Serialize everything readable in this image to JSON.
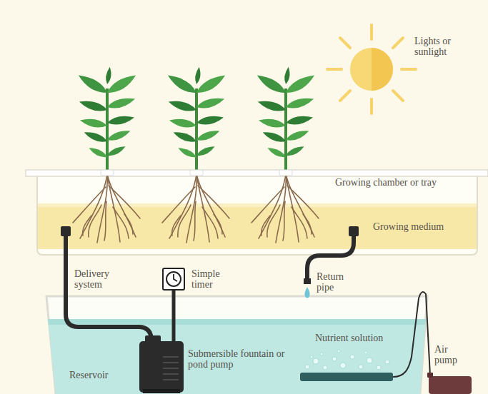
{
  "diagram": {
    "labels": [
      "Lights or sunlight",
      "Growing chamber or tray",
      "Growing medium",
      "Delivery system",
      "Simple timer",
      "Return pipe",
      "Nutrient solution",
      "Submersible fountain or pond pump",
      "Air pump",
      "Reservoir"
    ]
  }
}
